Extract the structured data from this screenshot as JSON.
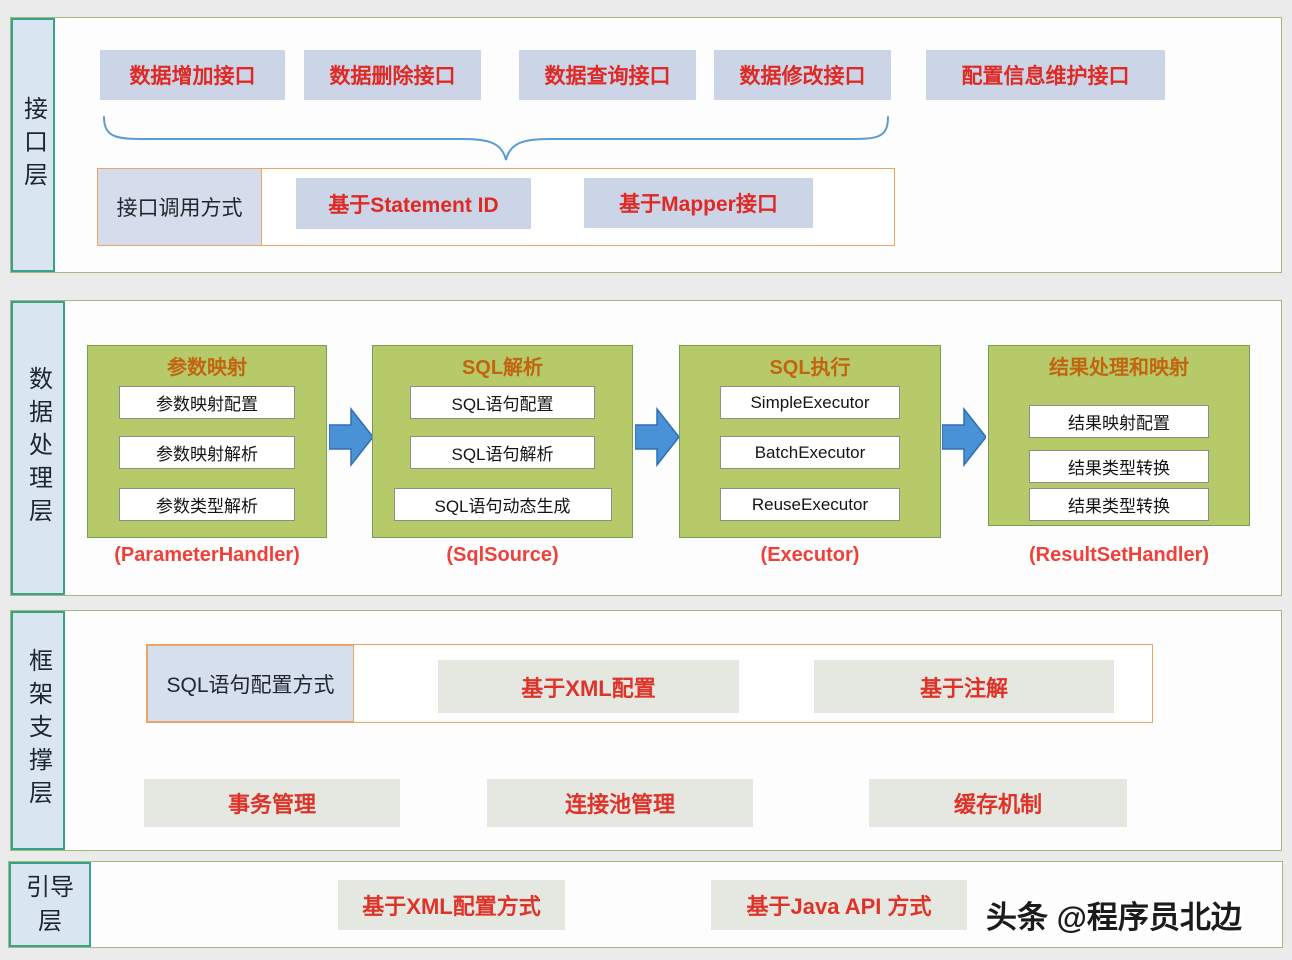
{
  "watermark": "头条 @程序员北边",
  "colors": {
    "page_bg": "#ebebeb",
    "layer_bg": "#fcfdfc",
    "layer_border": "#a3ba7e",
    "label_bg": "#d9e6f1",
    "label_border": "#38a18d",
    "blue_box_bg": "#ccd4e8",
    "green_box_bg": "#b7ca69",
    "green_title": "#c26511",
    "gray_box_bg": "#e5e8e1",
    "accent_red": "#df2a24",
    "handler_red": "#f0403a",
    "orange_border": "#eba564",
    "arrow_blue": "#4a92d6"
  },
  "icons": {
    "brace": "curly-brace-underbrace",
    "arrow": "right-block-arrow"
  },
  "interface_layer": {
    "label": "接口层",
    "api_boxes": [
      "数据增加接口",
      "数据删除接口",
      "数据查询接口",
      "数据修改接口",
      "配置信息维护接口"
    ],
    "call_method_label": "接口调用方式",
    "call_methods": [
      "基于Statement ID",
      "基于Mapper接口"
    ]
  },
  "data_layer": {
    "label": "数据处理层",
    "groups": [
      {
        "title": "参数映射",
        "items": [
          "参数映射配置",
          "参数映射解析",
          "参数类型解析"
        ],
        "handler": "(ParameterHandler)"
      },
      {
        "title": "SQL解析",
        "items": [
          "SQL语句配置",
          "SQL语句解析",
          "SQL语句动态生成"
        ],
        "handler": "(SqlSource)"
      },
      {
        "title": "SQL执行",
        "items": [
          "SimpleExecutor",
          "BatchExecutor",
          "ReuseExecutor"
        ],
        "handler": "(Executor)"
      },
      {
        "title": "结果处理和映射",
        "items": [
          "结果映射配置",
          "结果类型转换",
          "结果类型转换"
        ],
        "handler": "(ResultSetHandler)"
      }
    ]
  },
  "framework_layer": {
    "label": "框架支撑层",
    "config_method_label": "SQL语句配置方式",
    "config_methods": [
      "基于XML配置",
      "基于注解"
    ],
    "supports": [
      "事务管理",
      "连接池管理",
      "缓存机制"
    ]
  },
  "bootstrap_layer": {
    "label": "引导层",
    "methods": [
      "基于XML配置方式",
      "基于Java API 方式"
    ]
  }
}
